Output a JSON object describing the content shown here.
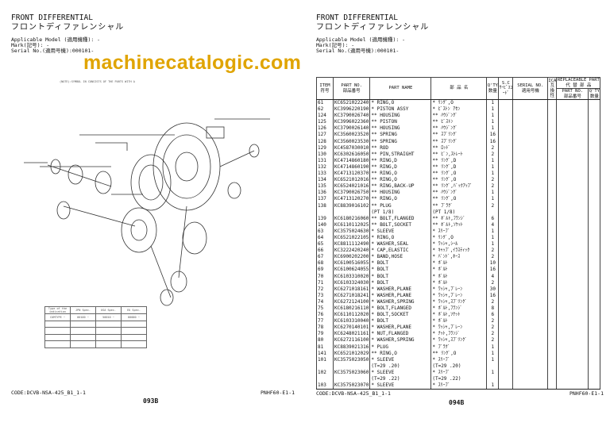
{
  "left_page": {
    "title": "FRONT DIFFERENTIAL",
    "title_jp": "フロントディファレンシャル",
    "model": "Applicable Model (適用機種): -",
    "mark": "Mark(記号): -",
    "serial": "Serial No.(適用号機):000101-",
    "note": "(NOTE):SYMBOL IN CONSISTS OF THE PARTS WITH A",
    "mini_table": {
      "headers": [
        "Type of the indication",
        "JPN Spec.",
        "USA Spec.",
        "EU Spec."
      ],
      "row": [
        "COMTYPE ~",
        "00100 ~",
        "50010 ~",
        "80000 ~"
      ]
    },
    "code": "CODE:DCVB-NSA-425_B1_1-1",
    "ref": "PNHF60-E1-1",
    "page": "093B"
  },
  "right_page": {
    "title": "FRONT DIFFERENTIAL",
    "title_jp": "フロントディファレンシャル",
    "model": "Applicable Model (適用機種): -",
    "mark": "Mark(記号): -",
    "serial": "Serial No.(適用号機):000101-",
    "headers": {
      "item": "ITEM",
      "item_jp": "符号",
      "part_no": "PART NO.",
      "part_no_jp": "部品番号",
      "part_name": "PART NAME",
      "name_jp": "部 品 名",
      "qty": "Q'TY",
      "qty_jp": "数量",
      "sc": "S.C",
      "sc_jp": "ｻｰﾋﾞｽｺｰﾄﾞ",
      "serial": "SERIAL NO.",
      "serial_jp": "適用号機",
      "ica": "ICA",
      "ica_jp": "互換性",
      "repl": "REPLACEABLE PART",
      "repl_jp": "代 替 部 品",
      "repl_part": "PART NO.",
      "repl_part_jp": "部品番号",
      "repl_qty": "Q'TY",
      "repl_qty_jp": "数量"
    },
    "rows": [
      [
        "61",
        "KC6521022240",
        "* RING,O",
        "* ﾘﾝｸﾞ,O",
        "1"
      ],
      [
        "62",
        "KC3996220190",
        "* PISTON ASSY",
        "* ﾋﾟｽﾄﾝ ｱｾﾝ",
        "1"
      ],
      [
        "124",
        "KC3790026740",
        "** HOUSING",
        "** ﾊｳｼﾞﾝｸﾞ",
        "1"
      ],
      [
        "125",
        "KC3996022360",
        "** PISTON",
        "** ﾋﾟｽﾄﾝ",
        "1"
      ],
      [
        "126",
        "KC3790026140",
        "** HOUSING",
        "** ﾊｳｼﾞﾝｸﾞ",
        "1"
      ],
      [
        "127",
        "KC3560023520",
        "** SPRING",
        "** ｽﾌﾟﾘﾝｸﾞ",
        "16"
      ],
      [
        "128",
        "KC3560023530",
        "** SPRING",
        "** ｽﾌﾟﾘﾝｸﾞ",
        "16"
      ],
      [
        "129",
        "KC4587030010",
        "** ROD",
        "** ﾛｯﾄﾞ",
        "2"
      ],
      [
        "130",
        "KC6302616050",
        "** PIN,STRAIGHT",
        "** ﾋﾟﾝ,ｽﾄﾚｰﾄ",
        "2"
      ],
      [
        "131",
        "KC4714860180",
        "** RING,D",
        "** ﾘﾝｸﾞ,D",
        "1"
      ],
      [
        "132",
        "KC4714860190",
        "** RING,D",
        "** ﾘﾝｸﾞ,D",
        "1"
      ],
      [
        "133",
        "KC4713120370",
        "** RING,O",
        "** ﾘﾝｸﾞ,O",
        "1"
      ],
      [
        "134",
        "KC6521012016",
        "** RING,O",
        "** ﾘﾝｸﾞ,O",
        "2"
      ],
      [
        "135",
        "KC6524021016",
        "** RING,BACK-UP",
        "** ﾘﾝｸﾞ,ﾊﾞｯｸｱｯﾌﾟ",
        "2"
      ],
      [
        "136",
        "KC3790026750",
        "** HOUSING",
        "** ﾊｳｼﾞﾝｸﾞ",
        "1"
      ],
      [
        "137",
        "KC4713120270",
        "** RING,O",
        "** ﾘﾝｸﾞ,O",
        "1"
      ],
      [
        "138",
        "KC8839016102",
        "** PLUG",
        "** ﾌﾟﾗｸﾞ",
        "2"
      ],
      [
        "",
        "",
        "(PT 1/8)",
        "(PT 1/8)",
        ""
      ],
      [
        "139",
        "KC6180216060",
        "** BOLT,FLANGED",
        "** ﾎﾞﾙﾄ,ﾌﾗﾝｼﾞ",
        "6"
      ],
      [
        "140",
        "KC6110112025",
        "** BOLT,SOCKET",
        "** ﾎﾞﾙﾄ,ｿｹｯﾄ",
        "4"
      ],
      [
        "63",
        "KC3575024630",
        "* SLEEVE",
        "* ｽﾘｰﾌﾞ",
        "1"
      ],
      [
        "64",
        "KC6521022105",
        "* RING,O",
        "* ﾘﾝｸﾞ,O",
        "1"
      ],
      [
        "65",
        "KC8811112490",
        "* WASHER,SEAL",
        "* ﾜｯｼｬ,ｼｰﾙ",
        "1"
      ],
      [
        "66",
        "KC3222420240",
        "* CAP,ELASTIC",
        "* ｷｬｯﾌﾟ,ｲﾗｽﾃｨｯｸ",
        "2"
      ],
      [
        "67",
        "KC6900202200",
        "* BAND,HOSE",
        "* ﾊﾞﾝﾄﾞ,ﾎｰｽ",
        "2"
      ],
      [
        "68",
        "KC6100516055",
        "* BOLT",
        "* ﾎﾞﾙﾄ",
        "10"
      ],
      [
        "69",
        "KC6100624055",
        "* BOLT",
        "* ﾎﾞﾙﾄ",
        "16"
      ],
      [
        "70",
        "KC6103310020",
        "* BOLT",
        "* ﾎﾞﾙﾄ",
        "4"
      ],
      [
        "71",
        "KC6103324030",
        "* BOLT",
        "* ﾎﾞﾙﾄ",
        "2"
      ],
      [
        "72",
        "KC6271018161",
        "* WASHER,PLANE",
        "* ﾜｯｼｬ,ﾌﾟﾚｰﾝ",
        "30"
      ],
      [
        "73",
        "KC6271018241",
        "* WASHER,PLANE",
        "* ﾜｯｼｬ,ﾌﾟﾚｰﾝ",
        "16"
      ],
      [
        "74",
        "KC6272124100",
        "* WASHER,SPRING",
        "* ﾜｯｼｬ,ｽﾌﾟﾘﾝｸﾞ",
        "2"
      ],
      [
        "75",
        "KC6180216110",
        "* BOLT,FLANGED",
        "* ﾎﾞﾙﾄ,ﾌﾗﾝｼﾞ",
        "8"
      ],
      [
        "76",
        "KC6110112020",
        "* BOLT,SOCKET",
        "* ﾎﾞﾙﾄ,ｿｹｯﾄ",
        "6"
      ],
      [
        "77",
        "KC6103310040",
        "* BOLT",
        "* ﾎﾞﾙﾄ",
        "2"
      ],
      [
        "78",
        "KC6270140101",
        "* WASHER,PLANE",
        "* ﾜｯｼｬ,ﾌﾟﾚｰﾝ",
        "2"
      ],
      [
        "79",
        "KC6248021161",
        "* NUT,FLANGED",
        "* ﾅｯﾄ,ﾌﾗﾝｼﾞ",
        "2"
      ],
      [
        "80",
        "KC6272116100",
        "* WASHER,SPRING",
        "* ﾜｯｼｬ,ｽﾌﾟﾘﾝｸﾞ",
        "2"
      ],
      [
        "81",
        "KC8839021316",
        "* PLUG",
        "* ﾌﾟﾗｸﾞ",
        "1"
      ],
      [
        "141",
        "KC6521012029",
        "** RING,O",
        "** ﾘﾝｸﾞ,O",
        "1"
      ],
      [
        "101",
        "KC3575023050",
        "* SLEEVE",
        "* ｽﾘｰﾌﾞ",
        "1"
      ],
      [
        "",
        "",
        "(T=29 .20)",
        "(T=29 .20)",
        ""
      ],
      [
        "102",
        "KC3575023060",
        "* SLEEVE",
        "* ｽﾘｰﾌﾞ",
        "1"
      ],
      [
        "",
        "",
        "(T=29 .22)",
        "(T=29 .22)",
        ""
      ],
      [
        "103",
        "KC3575023070",
        "* SLEEVE",
        "* ｽﾘｰﾌﾞ",
        "1"
      ]
    ],
    "code": "CODE:DCVB-NSA-425_B1_1-1",
    "ref": "PNHF60-E1-1",
    "page": "094B"
  },
  "watermark": "machinecatalogic.com",
  "colors": {
    "watermark": "#e0a400"
  }
}
